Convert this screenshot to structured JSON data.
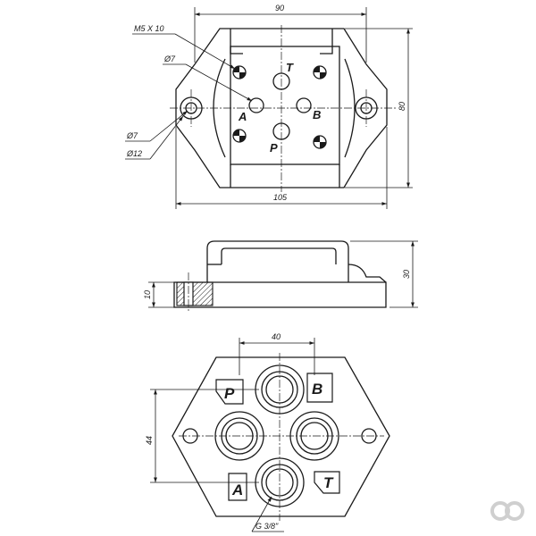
{
  "top_view": {
    "dim_width": "90",
    "dim_height": "80",
    "dim_total_width": "105",
    "callout_thread": "M5 X 10",
    "callout_port_dia": "Ø7",
    "callout_mount_dia": "Ø7",
    "callout_counterbore": "Ø12",
    "ports": {
      "t": "T",
      "a": "A",
      "b": "B",
      "p": "P"
    }
  },
  "side_view": {
    "dim_height": "30",
    "dim_flange": "10"
  },
  "bottom_view": {
    "dim_port_spacing_h": "40",
    "dim_port_spacing_v": "44",
    "callout_thread": "G 3/8\"",
    "ports": {
      "p": "P",
      "b": "B",
      "a": "A",
      "t": "T"
    }
  }
}
